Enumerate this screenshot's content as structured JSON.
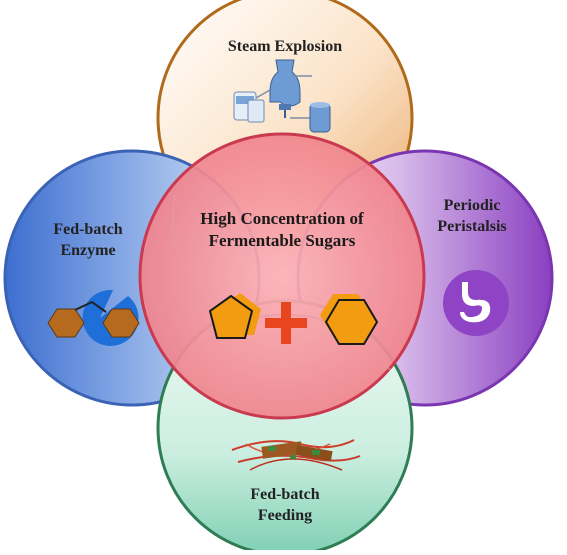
{
  "center": {
    "line1": "High Concentration of",
    "line2": "Fermentable Sugars",
    "color": "#f08a92",
    "border": "#c93a4f",
    "pentagon_color": "#f39c12",
    "hexagon_color": "#f39c12",
    "plus_color": "#e8461f",
    "icon": "pentagon-plus-hexagon"
  },
  "top": {
    "label": "Steam Explosion",
    "color": "#f3c89a",
    "border": "#b06a1c",
    "icon": "reactor-vessel-icon"
  },
  "left": {
    "line1": "Fed-batch",
    "line2": "Enzyme",
    "color": "#4f7ed8",
    "border": "#3b63b5",
    "icon": "enzyme-pacman-icon"
  },
  "right": {
    "line1": "Periodic",
    "line2": "Peristalsis",
    "color": "#8e44c4",
    "border": "#7a35b0",
    "icon": "stomach-icon"
  },
  "bottom": {
    "line1": "Fed-batch",
    "line2": "Feeding",
    "color": "#5cc0a0",
    "border": "#2f7d55",
    "icon": "biomass-fibers-icon"
  }
}
